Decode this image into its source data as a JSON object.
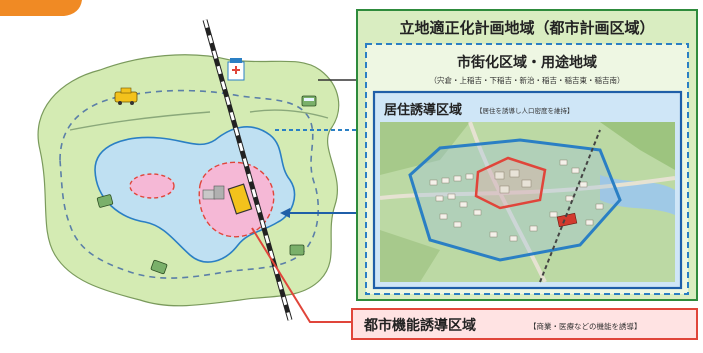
{
  "zones": {
    "outer": {
      "title": "立地適正化計画地域（都市計画区域）",
      "color": "#2e8b3c",
      "fill": "#d9edc1"
    },
    "urbanization": {
      "title": "市街化区域・用途地域",
      "subtitle": "（宍倉・上稲吉・下稲吉・新治・稲吉・稲吉東・稲吉南）",
      "color": "#2a7fc4"
    },
    "residential": {
      "title": "居住誘導区域",
      "note": "【居住を誘導し人口密度を維持】",
      "color": "#1f5fa8",
      "fill": "#cfe6f7"
    },
    "urban_function": {
      "title": "都市機能誘導区域",
      "note": "【商業・医療などの機能を誘導】",
      "color": "#e0453a",
      "fill": "#ffe3e3"
    }
  },
  "map": {
    "land_fill": "#d4ebb3",
    "residential_fill": "#bfe0f2",
    "center_fill": "#f5b8d6",
    "center_marker_fill": "#f3c21c",
    "icons": [
      "bus-icon",
      "bus-icon",
      "bus-icon",
      "bus-icon",
      "taxi-icon",
      "train-station-icon",
      "hospital-icon"
    ]
  },
  "accent": {
    "orange": "#f08a24"
  }
}
